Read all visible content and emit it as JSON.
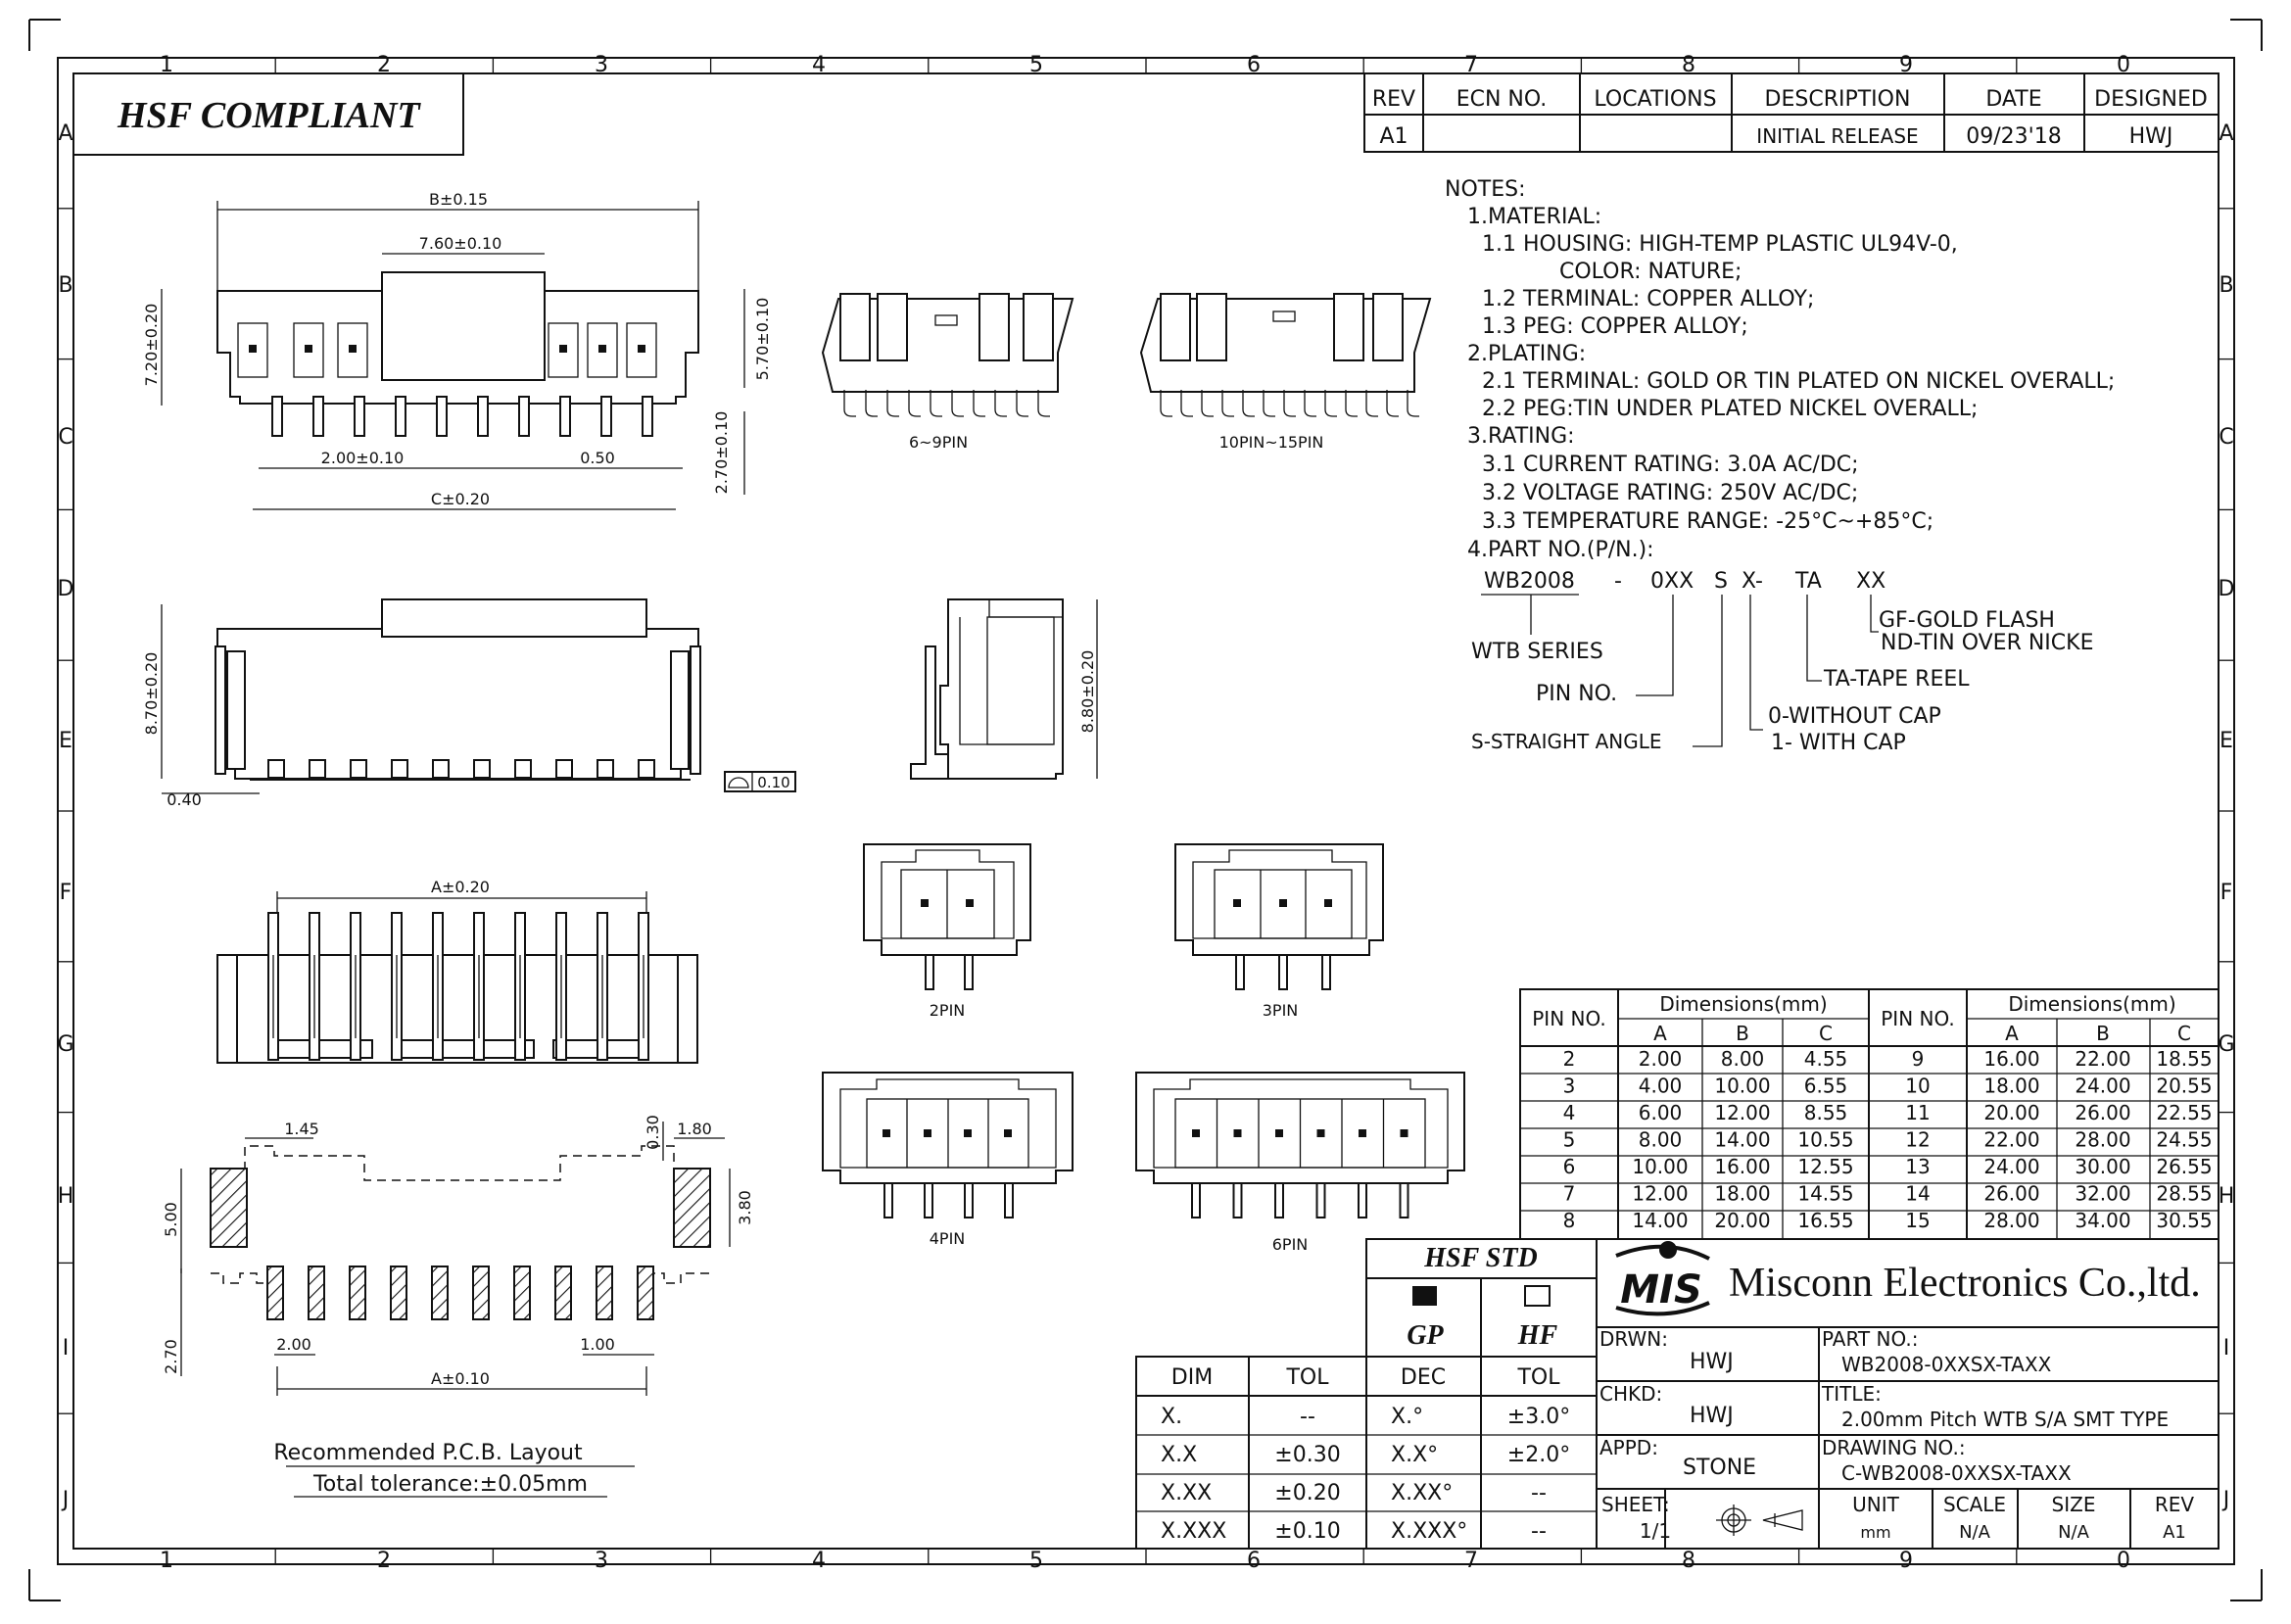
{
  "frame": {
    "columns": [
      "1",
      "2",
      "3",
      "4",
      "5",
      "6",
      "7",
      "8",
      "9",
      "0"
    ],
    "rows": [
      "A",
      "B",
      "C",
      "D",
      "E",
      "F",
      "G",
      "H",
      "I",
      "J"
    ]
  },
  "compliance_label": "HSF  COMPLIANT",
  "revision_table": {
    "headers": [
      "REV",
      "ECN  NO.",
      "LOCATIONS",
      "DESCRIPTION",
      "DATE",
      "DESIGNED"
    ],
    "row": [
      "A1",
      "",
      "",
      "INITIAL  RELEASE",
      "09/23'18",
      "HWJ"
    ]
  },
  "dims": {
    "b": "B±0.15",
    "w760": "7.60±0.10",
    "h720": "7.20±0.20",
    "h570": "5.70±0.10",
    "h270": "2.70±0.10",
    "p200": "2.00±0.10",
    "p050": "0.50",
    "c": "C±0.20",
    "h870": "8.70±0.20",
    "o040": "0.40",
    "flat": "0.10",
    "h880": "8.80±0.20",
    "a": "A±0.20",
    "pcb145": "1.45",
    "pcb030": "0.30",
    "pcb180": "1.80",
    "pcb500": "5.00",
    "pcb380": "3.80",
    "pcb270": "2.70",
    "pcb200": "2.00",
    "pcb100": "1.00",
    "pcbA": "A±0.10"
  },
  "views": {
    "iso1": "6~9PIN",
    "iso2": "10PIN~15PIN",
    "pin2": "2PIN",
    "pin3": "3PIN",
    "pin4": "4PIN",
    "pin6": "6PIN"
  },
  "pcb_caption": {
    "line1": "Recommended  P.C.B.  Layout",
    "line2": "Total  tolerance:±0.05mm"
  },
  "notes": {
    "title": "NOTES:",
    "lines": [
      "1.MATERIAL:",
      "1.1  HOUSING:  HIGH-TEMP  PLASTIC  UL94V-0,",
      "COLOR:  NATURE;",
      "1.2  TERMINAL:  COPPER  ALLOY;",
      "1.3  PEG:  COPPER  ALLOY;",
      "2.PLATING:",
      "2.1  TERMINAL:  GOLD  OR  TIN  PLATED  ON  NICKEL  OVERALL;",
      "2.2  PEG:TIN  UNDER  PLATED  NICKEL  OVERALL;",
      "3.RATING:",
      "3.1  CURRENT  RATING:  3.0A  AC/DC;",
      "3.2  VOLTAGE  RATING:  250V  AC/DC;",
      "3.3  TEMPERATURE  RANGE:  -25°C~+85°C;",
      "4.PART  NO.(P/N.):"
    ]
  },
  "part_code": {
    "segments": [
      "WB2008",
      "-",
      "0XX",
      "S",
      "X-",
      "TA",
      "XX"
    ],
    "wtb": "WTB  SERIES",
    "pin_no": "PIN  NO.",
    "straight": "S-STRAIGHT  ANGLE",
    "gf": "GF-GOLD  FLASH",
    "nd": "ND-TIN  OVER  NICKE",
    "ta": "TA-TAPE  REEL",
    "cap0": "0-WITHOUT  CAP",
    "cap1": "1-  WITH  CAP"
  },
  "dim_table": {
    "pin_header": "PIN  NO.",
    "group_header": "Dimensions(mm)",
    "cols": [
      "A",
      "B",
      "C"
    ],
    "left": [
      [
        "2",
        "2.00",
        "8.00",
        "4.55"
      ],
      [
        "3",
        "4.00",
        "10.00",
        "6.55"
      ],
      [
        "4",
        "6.00",
        "12.00",
        "8.55"
      ],
      [
        "5",
        "8.00",
        "14.00",
        "10.55"
      ],
      [
        "6",
        "10.00",
        "16.00",
        "12.55"
      ],
      [
        "7",
        "12.00",
        "18.00",
        "14.55"
      ],
      [
        "8",
        "14.00",
        "20.00",
        "16.55"
      ]
    ],
    "right": [
      [
        "9",
        "16.00",
        "22.00",
        "18.55"
      ],
      [
        "10",
        "18.00",
        "24.00",
        "20.55"
      ],
      [
        "11",
        "20.00",
        "26.00",
        "22.55"
      ],
      [
        "12",
        "22.00",
        "28.00",
        "24.55"
      ],
      [
        "13",
        "24.00",
        "30.00",
        "26.55"
      ],
      [
        "14",
        "26.00",
        "32.00",
        "28.55"
      ],
      [
        "15",
        "28.00",
        "34.00",
        "30.55"
      ]
    ]
  },
  "hsf_std": {
    "title": "HSF  STD",
    "gp": "GP",
    "hf": "HF"
  },
  "tol_table": {
    "headers": [
      "DIM",
      "TOL",
      "DEC",
      "TOL"
    ],
    "rows": [
      [
        "X.",
        "--",
        "X.°",
        "±3.0°"
      ],
      [
        "X.X",
        "±0.30",
        "X.X°",
        "±2.0°"
      ],
      [
        "X.XX",
        "±0.20",
        "X.XX°",
        "--"
      ],
      [
        "X.XXX",
        "±0.10",
        "X.XXX°",
        "--"
      ]
    ]
  },
  "title_block": {
    "logo": "MIS",
    "company": "Misconn Electronics Co.,ltd.",
    "drwn_label": "DRWN:",
    "drwn": "HWJ",
    "part_label": "PART  NO.:",
    "part": "WB2008-0XXSX-TAXX",
    "chkd_label": "CHKD:",
    "chkd": "HWJ",
    "title_label": "TITLE:",
    "title": "2.00mm  Pitch  WTB  S/A  SMT  TYPE",
    "appd_label": "APPD:",
    "appd": "STONE",
    "dwg_label": "DRAWING  NO.:",
    "dwg": "C-WB2008-0XXSX-TAXX",
    "sheet_label": "SHEET:",
    "sheet": "1/1",
    "unit_label": "UNIT",
    "unit": "mm",
    "scale_label": "SCALE",
    "scale": "N/A",
    "size_label": "SIZE",
    "size": "N/A",
    "rev_label": "REV",
    "rev": "A1"
  }
}
